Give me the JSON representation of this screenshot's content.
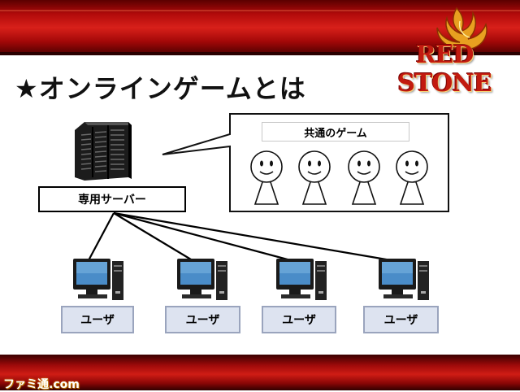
{
  "slide": {
    "title": "★オンラインゲームとは",
    "logo_text": "RED STONE",
    "watermark": "ファミ通.com"
  },
  "diagram": {
    "server_label": "専用サーバー",
    "shared_game_label": "共通のゲーム",
    "players_in_bubble": 4,
    "users": [
      {
        "label": "ユーザ"
      },
      {
        "label": "ユーザ"
      },
      {
        "label": "ユーザ"
      },
      {
        "label": "ユーザ"
      }
    ]
  },
  "colors": {
    "band_red": "#c41510",
    "user_box_fill": "#dde3f0",
    "user_box_border": "#9aa4bd"
  }
}
